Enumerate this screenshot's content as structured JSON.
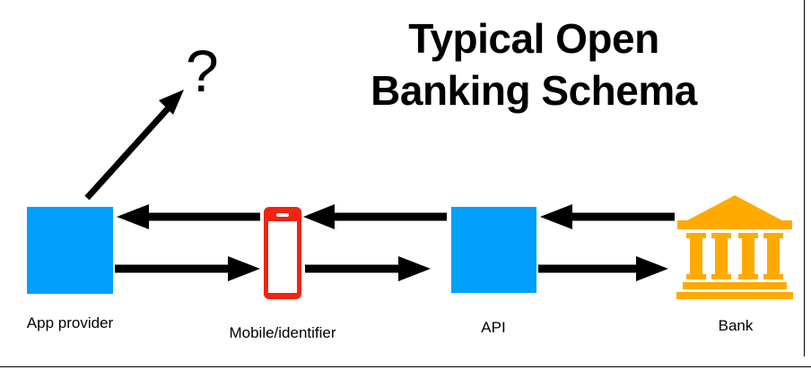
{
  "diagram": {
    "title": "Typical Open Banking Schema",
    "title_lines": "Typical Open\nBanking Schema",
    "annotation": {
      "symbol": "?",
      "name": "question-mark-annotation"
    },
    "nodes": [
      {
        "id": "app-provider",
        "label": "App provider",
        "icon": "blue-square-icon",
        "color": "#009ffb"
      },
      {
        "id": "mobile-identifier",
        "label": "Mobile/identifier",
        "icon": "mobile-phone-icon",
        "color": "#f0240f"
      },
      {
        "id": "api",
        "label": "API",
        "icon": "blue-square-icon",
        "color": "#009ffb"
      },
      {
        "id": "bank",
        "label": "Bank",
        "icon": "bank-building-icon",
        "color": "#ffaa00"
      }
    ],
    "flows": [
      {
        "from": "mobile-identifier",
        "to": "app-provider",
        "direction": "left",
        "row": "top"
      },
      {
        "from": "api",
        "to": "mobile-identifier",
        "direction": "left",
        "row": "top"
      },
      {
        "from": "bank",
        "to": "api",
        "direction": "left",
        "row": "top"
      },
      {
        "from": "app-provider",
        "to": "mobile-identifier",
        "direction": "right",
        "row": "bottom"
      },
      {
        "from": "mobile-identifier",
        "to": "api",
        "direction": "right",
        "row": "bottom"
      },
      {
        "from": "api",
        "to": "bank",
        "direction": "right",
        "row": "bottom"
      }
    ],
    "callout_arrow": {
      "name": "diagonal-question-arrow",
      "from": "app-provider",
      "points_to": "question-mark"
    },
    "colors": {
      "blue": "#009ffb",
      "red": "#f0240f",
      "orange": "#ffaa00",
      "black": "#000000",
      "background": "#ffffff"
    }
  }
}
